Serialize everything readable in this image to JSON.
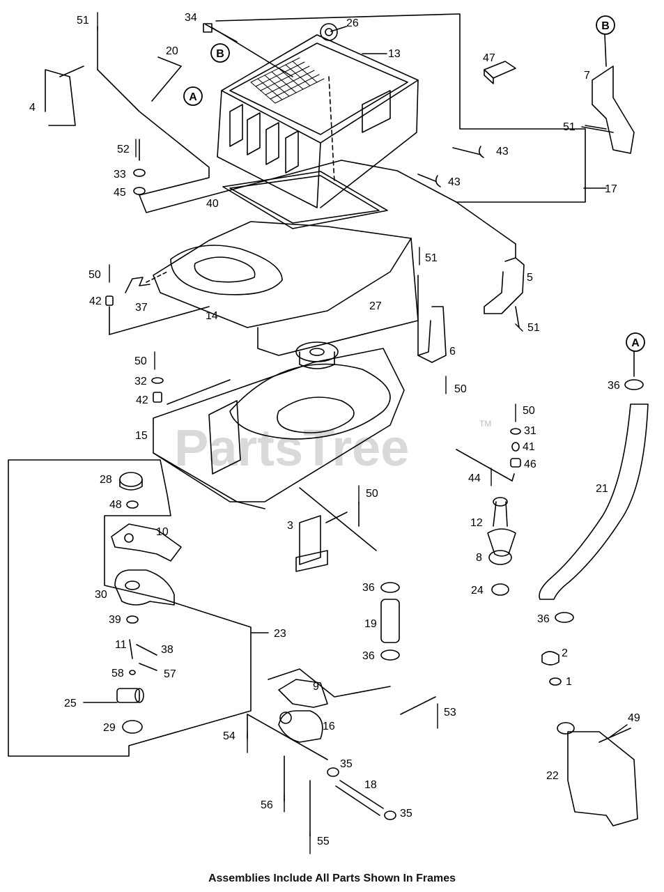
{
  "watermark": {
    "text": "PartsTree",
    "tm": "TM"
  },
  "caption": "Assemblies Include All Parts Shown In Frames",
  "callouts": {
    "A": "A",
    "B": "B"
  },
  "labels": {
    "p1": "1",
    "p2": "2",
    "p3": "3",
    "p4": "4",
    "p5": "5",
    "p6": "6",
    "p7": "7",
    "p8": "8",
    "p9": "9",
    "p10": "10",
    "p11": "11",
    "p12": "12",
    "p13": "13",
    "p14": "14",
    "p15": "15",
    "p16": "16",
    "p17": "17",
    "p18": "18",
    "p19": "19",
    "p20": "20",
    "p21": "21",
    "p22": "22",
    "p23": "23",
    "p24": "24",
    "p25": "25",
    "p26": "26",
    "p27": "27",
    "p28": "28",
    "p29": "29",
    "p30": "30",
    "p31": "31",
    "p32": "32",
    "p33": "33",
    "p34": "34",
    "p35": "35",
    "p36": "36",
    "p37": "37",
    "p38": "38",
    "p39": "39",
    "p40": "40",
    "p41": "41",
    "p42": "42",
    "p43": "43",
    "p44": "44",
    "p45": "45",
    "p46": "46",
    "p47": "47",
    "p48": "48",
    "p49": "49",
    "p50": "50",
    "p51": "51",
    "p52": "52",
    "p53": "53",
    "p54": "54",
    "p55": "55",
    "p56": "56",
    "p57": "57"
  },
  "colors": {
    "ink": "#000000",
    "watermark": "#d9d9d9"
  }
}
